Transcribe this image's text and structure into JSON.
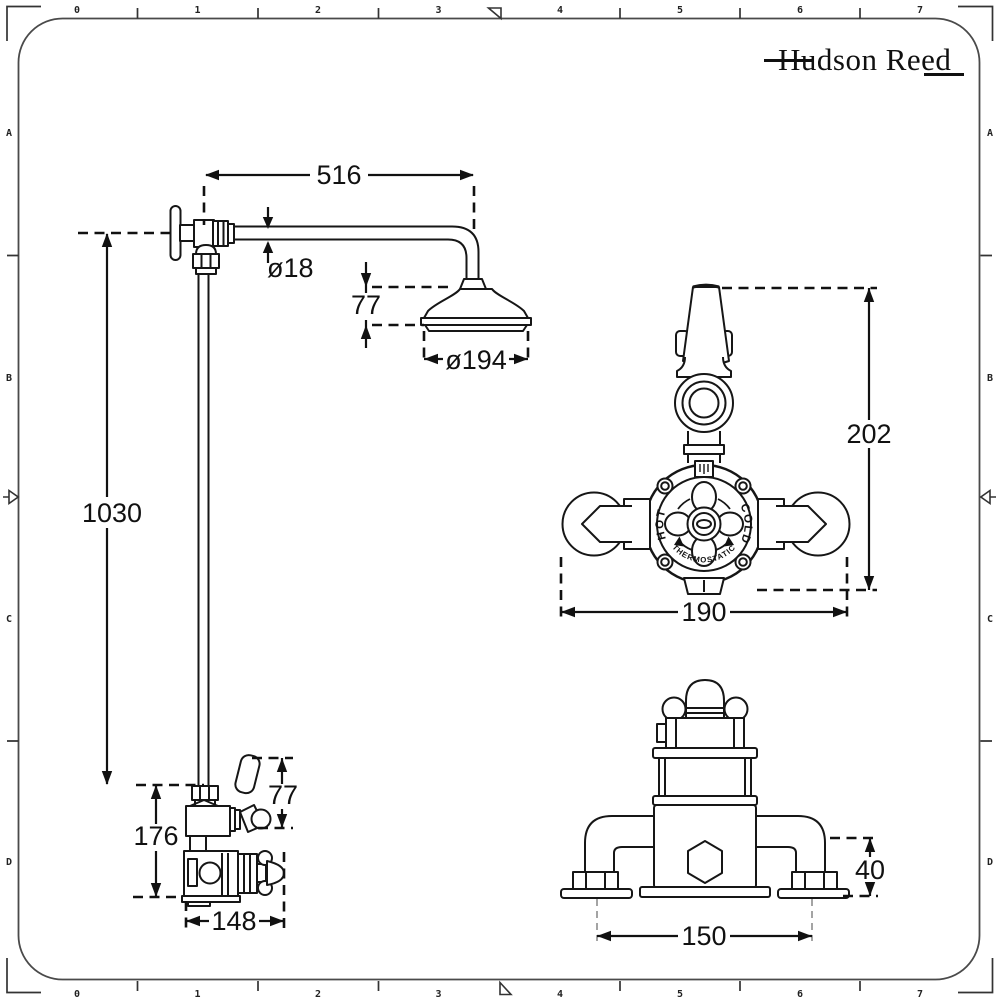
{
  "brand": {
    "logo_text": "Hudson Reed"
  },
  "frame": {
    "top_ruler": [
      "0",
      "1",
      "2",
      "3",
      "4",
      "5",
      "6",
      "7"
    ],
    "bottom_ruler": [
      "0",
      "1",
      "2",
      "3",
      "4",
      "5",
      "6",
      "7"
    ],
    "left_ruler": [
      "A",
      "B",
      "C",
      "D"
    ],
    "right_ruler": [
      "A",
      "B",
      "C",
      "D"
    ]
  },
  "riser_view": {
    "arm_reach": "516",
    "arm_diameter": "ø18",
    "head_height": "77",
    "head_diameter": "ø194",
    "rail_height": "1030",
    "handle_height": "77",
    "valve_height": "176",
    "valve_width": "148"
  },
  "valve_front_view": {
    "overall_height": "202",
    "overall_width": "190",
    "dial_hot": "HOT",
    "dial_cold": "COLD",
    "dial_thermostatic": "THERMOSTATIC"
  },
  "valve_top_view": {
    "flange_depth": "40",
    "inlet_centres": "150"
  }
}
